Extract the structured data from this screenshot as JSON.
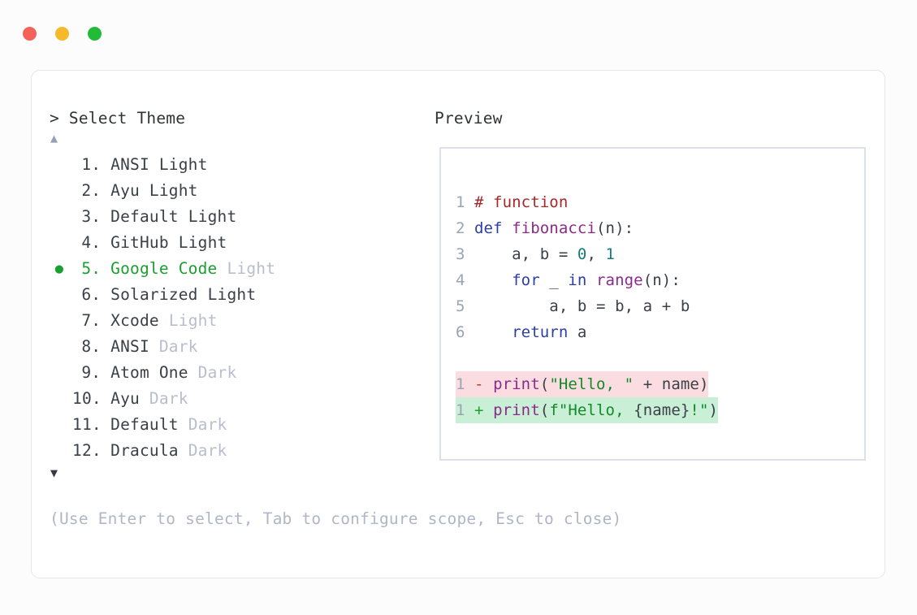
{
  "window": {
    "traffic_lights": [
      {
        "name": "close",
        "color": "#F4625A"
      },
      {
        "name": "minimize",
        "color": "#F5B92A"
      },
      {
        "name": "maximize",
        "color": "#22BB38"
      }
    ]
  },
  "left": {
    "prompt": "> Select Theme",
    "scroll_up_icon": "▲",
    "scroll_down_icon": "▼",
    "selected_index": 5,
    "bullet_glyph": "●",
    "items": [
      {
        "num": "1.",
        "name": "ANSI",
        "variant": "Light",
        "variant_dim": false,
        "selected": false
      },
      {
        "num": "2.",
        "name": "Ayu",
        "variant": "Light",
        "variant_dim": false,
        "selected": false
      },
      {
        "num": "3.",
        "name": "Default",
        "variant": "Light",
        "variant_dim": false,
        "selected": false
      },
      {
        "num": "4.",
        "name": "GitHub",
        "variant": "Light",
        "variant_dim": false,
        "selected": false
      },
      {
        "num": "5.",
        "name": "Google Code",
        "variant": "Light",
        "variant_dim": true,
        "selected": true
      },
      {
        "num": "6.",
        "name": "Solarized",
        "variant": "Light",
        "variant_dim": false,
        "selected": false
      },
      {
        "num": "7.",
        "name": "Xcode",
        "variant": "Light",
        "variant_dim": true,
        "selected": false
      },
      {
        "num": "8.",
        "name": "ANSI",
        "variant": "Dark",
        "variant_dim": true,
        "selected": false
      },
      {
        "num": "9.",
        "name": "Atom One",
        "variant": "Dark",
        "variant_dim": true,
        "selected": false
      },
      {
        "num": "10.",
        "name": "Ayu",
        "variant": "Dark",
        "variant_dim": true,
        "selected": false
      },
      {
        "num": "11.",
        "name": "Default",
        "variant": "Dark",
        "variant_dim": true,
        "selected": false
      },
      {
        "num": "12.",
        "name": "Dracula",
        "variant": "Dark",
        "variant_dim": true,
        "selected": false
      }
    ],
    "footer_hint": "(Use Enter to select, Tab to configure scope, Esc to close)"
  },
  "right": {
    "preview_label": "Preview",
    "code_lines": [
      {
        "no": "1",
        "tokens": [
          {
            "t": "# function",
            "c": "tok-comment"
          }
        ]
      },
      {
        "no": "2",
        "tokens": [
          {
            "t": "def ",
            "c": "tok-kw"
          },
          {
            "t": "fibonacci",
            "c": "tok-fn"
          },
          {
            "t": "(n):",
            "c": "tok-plain"
          }
        ]
      },
      {
        "no": "3",
        "tokens": [
          {
            "t": "    a, b = ",
            "c": "tok-plain"
          },
          {
            "t": "0",
            "c": "tok-num"
          },
          {
            "t": ", ",
            "c": "tok-plain"
          },
          {
            "t": "1",
            "c": "tok-num"
          }
        ]
      },
      {
        "no": "4",
        "tokens": [
          {
            "t": "    ",
            "c": "tok-plain"
          },
          {
            "t": "for",
            "c": "tok-kw"
          },
          {
            "t": " _ ",
            "c": "tok-plain"
          },
          {
            "t": "in",
            "c": "tok-kw"
          },
          {
            "t": " ",
            "c": "tok-plain"
          },
          {
            "t": "range",
            "c": "tok-builtin"
          },
          {
            "t": "(n):",
            "c": "tok-plain"
          }
        ]
      },
      {
        "no": "5",
        "tokens": [
          {
            "t": "        a, b = b, a + b",
            "c": "tok-plain"
          }
        ]
      },
      {
        "no": "6",
        "tokens": [
          {
            "t": "    ",
            "c": "tok-plain"
          },
          {
            "t": "return",
            "c": "tok-kw"
          },
          {
            "t": " a",
            "c": "tok-plain"
          }
        ]
      }
    ],
    "diff_lines": [
      {
        "no": "1",
        "marker": "-",
        "kind": "del",
        "tokens": [
          {
            "t": "print",
            "c": "tok-fn"
          },
          {
            "t": "(",
            "c": "tok-plain"
          },
          {
            "t": "\"Hello, \"",
            "c": "tok-str"
          },
          {
            "t": " + name)",
            "c": "tok-plain"
          }
        ]
      },
      {
        "no": "1",
        "marker": "+",
        "kind": "add",
        "tokens": [
          {
            "t": "print",
            "c": "tok-fn"
          },
          {
            "t": "(",
            "c": "tok-plain"
          },
          {
            "t": "f\"Hello, ",
            "c": "tok-str"
          },
          {
            "t": "{name}",
            "c": "tok-plain"
          },
          {
            "t": "!\"",
            "c": "tok-str"
          },
          {
            "t": ")",
            "c": "tok-plain"
          }
        ]
      }
    ]
  }
}
